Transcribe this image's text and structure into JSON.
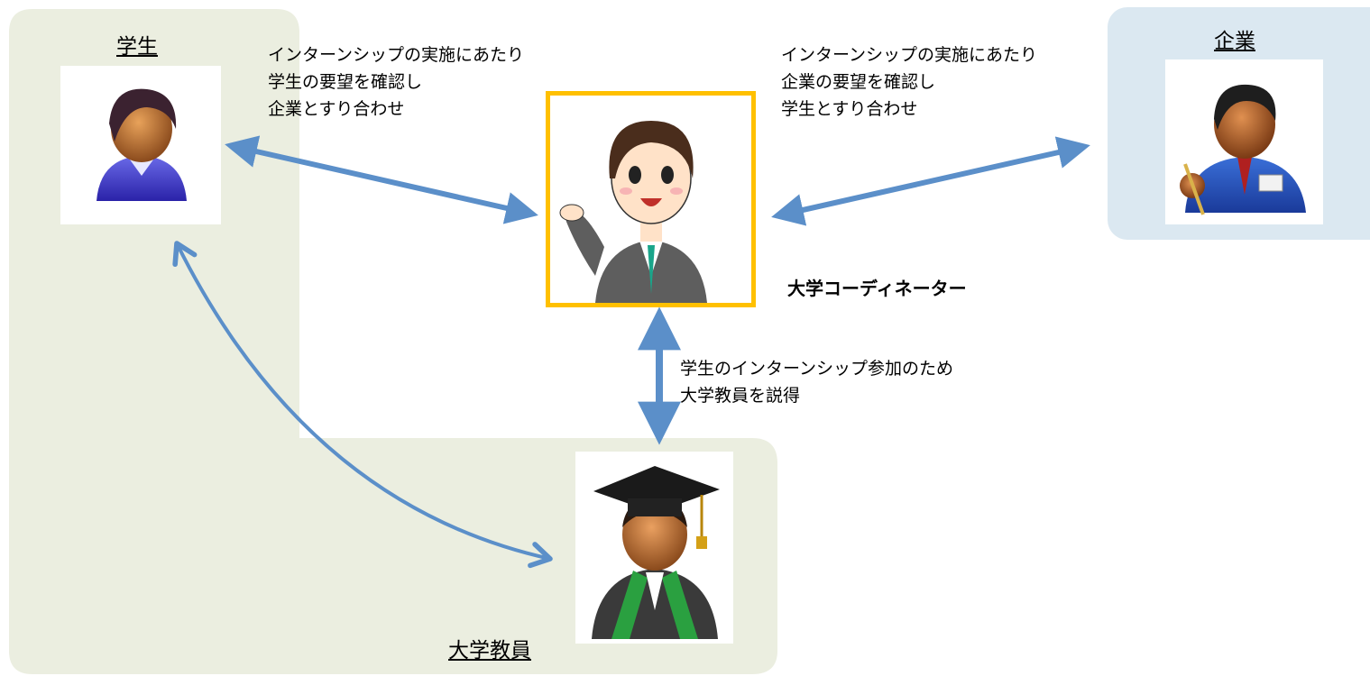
{
  "roles": {
    "student": "学生",
    "company": "企業",
    "faculty": "大学教員",
    "coordinator": "大学コーディネーター"
  },
  "notes": {
    "student_side": [
      "インターンシップの実施にあたり",
      "学生の要望を確認し",
      "企業とすり合わせ"
    ],
    "company_side": [
      "インターンシップの実施にあたり",
      "企業の要望を確認し",
      "学生とすり合わせ"
    ],
    "faculty_side": [
      "学生のインターンシップ参加のため",
      "大学教員を説得"
    ]
  },
  "colors": {
    "arrow": "#5b8fc9",
    "university_zone": "#ebeee0",
    "company_zone": "#dbe8f1",
    "coordinator_frame": "#ffc000"
  },
  "icons": {
    "student": "student-avatar-icon",
    "company": "businessman-avatar-icon",
    "faculty": "graduate-professor-avatar-icon",
    "coordinator": "coordinator-person-icon"
  }
}
